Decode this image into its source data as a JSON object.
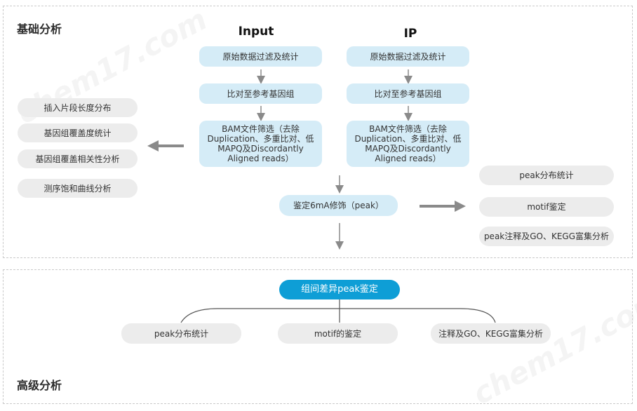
{
  "sections": {
    "basic_title": "基础分析",
    "advanced_title": "高级分析"
  },
  "columns": {
    "input_title": "Input",
    "ip_title": "IP"
  },
  "input_steps": [
    "原始数据过滤及统计",
    "比对至参考基因组",
    "BAM文件筛选（去除Duplication、多重比对、低MAPQ及Discordantly Aligned reads）"
  ],
  "ip_steps": [
    "原始数据过滤及统计",
    "比对至参考基因组",
    "BAM文件筛选（去除Duplication、多重比对、低MAPQ及Discordantly Aligned reads）"
  ],
  "left_items": [
    "插入片段长度分布",
    "基因组覆盖度统计",
    "基因组覆盖相关性分析",
    "测序饱和曲线分析"
  ],
  "peak_call": "鉴定6mA修饰（peak）",
  "right_items": [
    "peak分布统计",
    "motif鉴定",
    "peak注释及GO、KEGG富集分析"
  ],
  "advanced": {
    "root": "组间差异peak鉴定",
    "children": [
      "peak分布统计",
      "motif的鉴定",
      "注释及GO、KEGG富集分析"
    ]
  },
  "watermark": "chem17.com",
  "colors": {
    "step_fill": "#d5ecf7",
    "item_fill": "#ececec",
    "root_fill": "#0e9ed6",
    "arrow": "#8a8a8a"
  }
}
